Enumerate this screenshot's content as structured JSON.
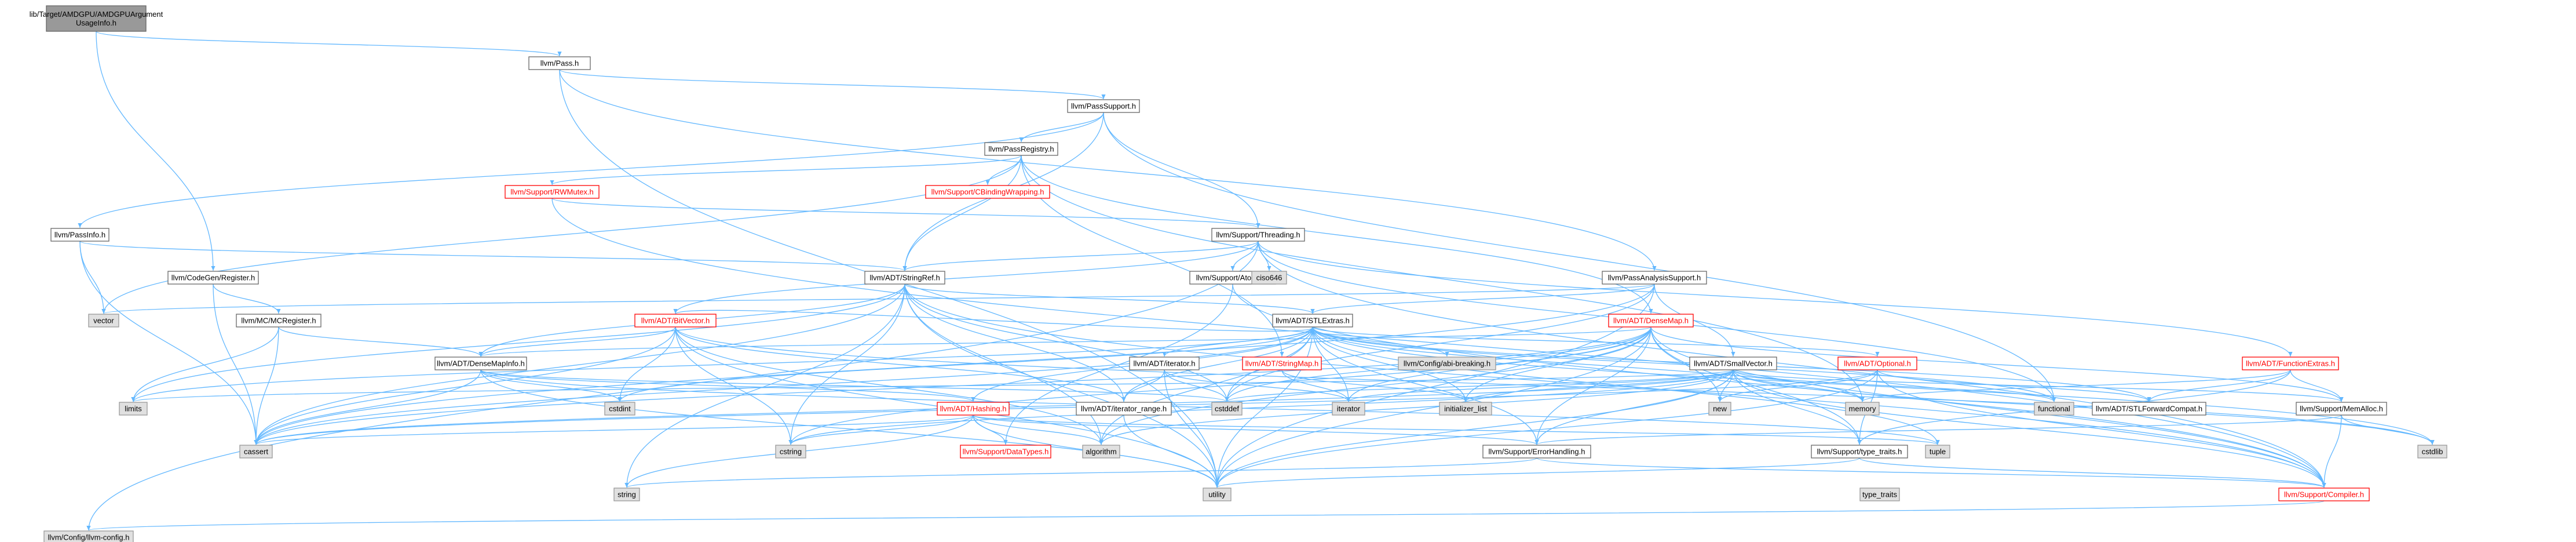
{
  "colors": {
    "edge": "#63b8ff",
    "root_fill": "#999999",
    "root_border": "#666666",
    "node_fill": "#ffffff",
    "node_border": "#666666",
    "system_fill": "#e0e0e0",
    "system_border": "#999999",
    "truncated_border": "#ff0000",
    "truncated_text": "#ff0000",
    "text": "#000000"
  },
  "nodes": [
    {
      "id": "root",
      "lines": [
        "lib/Target/AMDGPU/AMDGPUArgument",
        "UsageInfo.h"
      ],
      "kind": "root"
    },
    {
      "id": "pass",
      "lines": [
        "llvm/Pass.h"
      ],
      "kind": "normal"
    },
    {
      "id": "passsupport",
      "lines": [
        "llvm/PassSupport.h"
      ],
      "kind": "normal"
    },
    {
      "id": "passregistry",
      "lines": [
        "llvm/PassRegistry.h"
      ],
      "kind": "normal"
    },
    {
      "id": "rwmutex",
      "lines": [
        "llvm/Support/RWMutex.h"
      ],
      "kind": "truncated"
    },
    {
      "id": "cbinding",
      "lines": [
        "llvm/Support/CBindingWrapping.h"
      ],
      "kind": "truncated"
    },
    {
      "id": "threading",
      "lines": [
        "llvm/Support/Threading.h"
      ],
      "kind": "normal"
    },
    {
      "id": "passinfo",
      "lines": [
        "llvm/PassInfo.h"
      ],
      "kind": "normal"
    },
    {
      "id": "codegenreg",
      "lines": [
        "llvm/CodeGen/Register.h"
      ],
      "kind": "normal"
    },
    {
      "id": "mcregister",
      "lines": [
        "llvm/MC/MCRegister.h"
      ],
      "kind": "normal"
    },
    {
      "id": "stringref",
      "lines": [
        "llvm/ADT/StringRef.h"
      ],
      "kind": "normal"
    },
    {
      "id": "atomic",
      "lines": [
        "llvm/Support/Atomic.h"
      ],
      "kind": "normal"
    },
    {
      "id": "ciso646",
      "lines": [
        "ciso646"
      ],
      "kind": "system"
    },
    {
      "id": "passanalysis",
      "lines": [
        "llvm/PassAnalysisSupport.h"
      ],
      "kind": "normal"
    },
    {
      "id": "vector",
      "lines": [
        "vector"
      ],
      "kind": "system"
    },
    {
      "id": "bitvector",
      "lines": [
        "llvm/ADT/BitVector.h"
      ],
      "kind": "truncated"
    },
    {
      "id": "stlextras",
      "lines": [
        "llvm/ADT/STLExtras.h"
      ],
      "kind": "normal"
    },
    {
      "id": "densemap",
      "lines": [
        "llvm/ADT/DenseMap.h"
      ],
      "kind": "truncated"
    },
    {
      "id": "functionextras",
      "lines": [
        "llvm/ADT/FunctionExtras.h"
      ],
      "kind": "truncated"
    },
    {
      "id": "densemapinfo",
      "lines": [
        "llvm/ADT/DenseMapInfo.h"
      ],
      "kind": "normal"
    },
    {
      "id": "adtiterator",
      "lines": [
        "llvm/ADT/iterator.h"
      ],
      "kind": "normal"
    },
    {
      "id": "stringmap",
      "lines": [
        "llvm/ADT/StringMap.h"
      ],
      "kind": "truncated"
    },
    {
      "id": "abibreaking",
      "lines": [
        "llvm/Config/abi-breaking.h"
      ],
      "kind": "system"
    },
    {
      "id": "smallvector",
      "lines": [
        "llvm/ADT/SmallVector.h"
      ],
      "kind": "normal"
    },
    {
      "id": "optional",
      "lines": [
        "llvm/ADT/Optional.h"
      ],
      "kind": "truncated"
    },
    {
      "id": "hashing",
      "lines": [
        "llvm/ADT/Hashing.h"
      ],
      "kind": "truncated"
    },
    {
      "id": "iterrange",
      "lines": [
        "llvm/ADT/iterator_range.h"
      ],
      "kind": "normal"
    },
    {
      "id": "datatypes",
      "lines": [
        "llvm/Support/DataTypes.h"
      ],
      "kind": "truncated"
    },
    {
      "id": "errorhandling",
      "lines": [
        "llvm/Support/ErrorHandling.h"
      ],
      "kind": "normal"
    },
    {
      "id": "stlforward",
      "lines": [
        "llvm/ADT/STLForwardCompat.h"
      ],
      "kind": "normal"
    },
    {
      "id": "memalloc",
      "lines": [
        "llvm/Support/MemAlloc.h"
      ],
      "kind": "normal"
    },
    {
      "id": "typetraitsh",
      "lines": [
        "llvm/Support/type_traits.h"
      ],
      "kind": "normal"
    },
    {
      "id": "compiler",
      "lines": [
        "llvm/Support/Compiler.h"
      ],
      "kind": "truncated"
    },
    {
      "id": "llvmconfig",
      "lines": [
        "llvm/Config/llvm-config.h"
      ],
      "kind": "system"
    },
    {
      "id": "limits",
      "lines": [
        "limits"
      ],
      "kind": "system"
    },
    {
      "id": "cstdint",
      "lines": [
        "cstdint"
      ],
      "kind": "system"
    },
    {
      "id": "cassert",
      "lines": [
        "cassert"
      ],
      "kind": "system"
    },
    {
      "id": "cstddef",
      "lines": [
        "cstddef"
      ],
      "kind": "system"
    },
    {
      "id": "iterator",
      "lines": [
        "iterator"
      ],
      "kind": "system"
    },
    {
      "id": "initlist",
      "lines": [
        "initializer_list"
      ],
      "kind": "system"
    },
    {
      "id": "new",
      "lines": [
        "new"
      ],
      "kind": "system"
    },
    {
      "id": "memory",
      "lines": [
        "memory"
      ],
      "kind": "system"
    },
    {
      "id": "functional",
      "lines": [
        "functional"
      ],
      "kind": "system"
    },
    {
      "id": "cstring",
      "lines": [
        "cstring"
      ],
      "kind": "system"
    },
    {
      "id": "algorithm",
      "lines": [
        "algorithm"
      ],
      "kind": "system"
    },
    {
      "id": "tuple",
      "lines": [
        "tuple"
      ],
      "kind": "system"
    },
    {
      "id": "cstdlib",
      "lines": [
        "cstdlib"
      ],
      "kind": "system"
    },
    {
      "id": "string",
      "lines": [
        "string"
      ],
      "kind": "system"
    },
    {
      "id": "utility",
      "lines": [
        "utility"
      ],
      "kind": "system"
    },
    {
      "id": "typetraits",
      "lines": [
        "type_traits"
      ],
      "kind": "system"
    }
  ],
  "edges": [
    [
      "root",
      "pass"
    ],
    [
      "root",
      "codegenreg"
    ],
    [
      "pass",
      "passsupport"
    ],
    [
      "pass",
      "passanalysis"
    ],
    [
      "pass",
      "utility"
    ],
    [
      "passsupport",
      "passregistry"
    ],
    [
      "passsupport",
      "passinfo"
    ],
    [
      "passsupport",
      "stringref"
    ],
    [
      "passsupport",
      "threading"
    ],
    [
      "passsupport",
      "functional"
    ],
    [
      "passregistry",
      "rwmutex"
    ],
    [
      "passregistry",
      "cbinding"
    ],
    [
      "passregistry",
      "stringref"
    ],
    [
      "passregistry",
      "densemap"
    ],
    [
      "passregistry",
      "stringmap"
    ],
    [
      "passregistry",
      "memory"
    ],
    [
      "passregistry",
      "vector"
    ],
    [
      "rwmutex",
      "threading"
    ],
    [
      "rwmutex",
      "compiler"
    ],
    [
      "threading",
      "stringref"
    ],
    [
      "threading",
      "bitvector"
    ],
    [
      "threading",
      "atomic"
    ],
    [
      "threading",
      "ciso646"
    ],
    [
      "threading",
      "functional"
    ],
    [
      "threading",
      "compiler"
    ],
    [
      "threading",
      "llvmconfig"
    ],
    [
      "threading",
      "functionextras"
    ],
    [
      "threading",
      "type_traits_dummy"
    ],
    [
      "passinfo",
      "stringref"
    ],
    [
      "passinfo",
      "cassert"
    ],
    [
      "passinfo",
      "vector"
    ],
    [
      "codegenreg",
      "mcregister"
    ],
    [
      "codegenreg",
      "cassert"
    ],
    [
      "mcregister",
      "densemapinfo"
    ],
    [
      "mcregister",
      "cassert"
    ],
    [
      "mcregister",
      "limits"
    ],
    [
      "stringref",
      "stlextras"
    ],
    [
      "stringref",
      "iterrange"
    ],
    [
      "stringref",
      "compiler"
    ],
    [
      "stringref",
      "algorithm"
    ],
    [
      "stringref",
      "cassert"
    ],
    [
      "stringref",
      "cstddef"
    ],
    [
      "stringref",
      "cstring"
    ],
    [
      "stringref",
      "limits"
    ],
    [
      "stringref",
      "string"
    ],
    [
      "stringref",
      "type_traits"
    ],
    [
      "stringref",
      "utility"
    ],
    [
      "stringref",
      "densemapinfo"
    ],
    [
      "atomic",
      "compiler"
    ],
    [
      "atomic",
      "datatypes"
    ],
    [
      "passanalysis",
      "stlextras"
    ],
    [
      "passanalysis",
      "smallvector"
    ],
    [
      "passanalysis",
      "cassert"
    ],
    [
      "passanalysis",
      "vector"
    ],
    [
      "passanalysis",
      "utility"
    ],
    [
      "passanalysis",
      "cstddef"
    ],
    [
      "bitvector",
      "stlextras"
    ],
    [
      "bitvector",
      "iterrange"
    ],
    [
      "bitvector",
      "algorithm"
    ],
    [
      "bitvector",
      "cassert"
    ],
    [
      "bitvector",
      "climits_dummy"
    ],
    [
      "bitvector",
      "cstdint"
    ],
    [
      "bitvector",
      "cstdlib"
    ],
    [
      "bitvector",
      "cstring"
    ],
    [
      "bitvector",
      "utility"
    ],
    [
      "bitvector",
      "densemapinfo"
    ],
    [
      "stlextras",
      "hashing"
    ],
    [
      "stlextras",
      "stlforward"
    ],
    [
      "stlextras",
      "adtiterator"
    ],
    [
      "stlextras",
      "iterrange"
    ],
    [
      "stlextras",
      "abibreaking"
    ],
    [
      "stlextras",
      "errorhandling"
    ],
    [
      "stlextras",
      "algorithm"
    ],
    [
      "stlextras",
      "cassert"
    ],
    [
      "stlextras",
      "cstddef"
    ],
    [
      "stlextras",
      "cstdint"
    ],
    [
      "stlextras",
      "cstdlib"
    ],
    [
      "stlextras",
      "functional"
    ],
    [
      "stlextras",
      "initlist"
    ],
    [
      "stlextras",
      "iterator"
    ],
    [
      "stlextras",
      "limits"
    ],
    [
      "stlextras",
      "memory"
    ],
    [
      "stlextras",
      "optional"
    ],
    [
      "stlextras",
      "tuple"
    ],
    [
      "stlextras",
      "type_traits"
    ],
    [
      "stlextras",
      "utility"
    ],
    [
      "densemap",
      "densemapinfo"
    ],
    [
      "densemap",
      "compiler"
    ],
    [
      "densemap",
      "memalloc"
    ],
    [
      "densemap",
      "algorithm"
    ],
    [
      "densemap",
      "cassert"
    ],
    [
      "densemap",
      "cstddef"
    ],
    [
      "densemap",
      "cstring"
    ],
    [
      "densemap",
      "initlist"
    ],
    [
      "densemap",
      "iterator"
    ],
    [
      "densemap",
      "new"
    ],
    [
      "densemap",
      "type_traits"
    ],
    [
      "densemap",
      "utility"
    ],
    [
      "densemap",
      "typetraitsh"
    ],
    [
      "densemap",
      "errorhandling"
    ],
    [
      "functionextras",
      "stlforward"
    ],
    [
      "functionextras",
      "memalloc"
    ],
    [
      "functionextras",
      "typetraitsh"
    ],
    [
      "functionextras",
      "memory"
    ],
    [
      "functionextras",
      "type_traits"
    ],
    [
      "densemapinfo",
      "hashing"
    ],
    [
      "densemapinfo",
      "cassert"
    ],
    [
      "densemapinfo",
      "cstddef"
    ],
    [
      "densemapinfo",
      "cstdint"
    ],
    [
      "densemapinfo",
      "tuple"
    ],
    [
      "densemapinfo",
      "type_traits"
    ],
    [
      "densemapinfo",
      "utility"
    ],
    [
      "adtiterator",
      "iterrange"
    ],
    [
      "adtiterator",
      "cstddef"
    ],
    [
      "adtiterator",
      "iterator"
    ],
    [
      "adtiterator",
      "type_traits"
    ],
    [
      "adtiterator",
      "utility"
    ],
    [
      "stringmap",
      "iterator"
    ],
    [
      "stringmap",
      "initlist"
    ],
    [
      "smallvector",
      "compiler"
    ],
    [
      "smallvector",
      "typetraitsh"
    ],
    [
      "smallvector",
      "algorithm"
    ],
    [
      "smallvector",
      "cassert"
    ],
    [
      "smallvector",
      "cstddef"
    ],
    [
      "smallvector",
      "cstdlib"
    ],
    [
      "smallvector",
      "cstring"
    ],
    [
      "smallvector",
      "functional"
    ],
    [
      "smallvector",
      "initlist"
    ],
    [
      "smallvector",
      "iterator"
    ],
    [
      "smallvector",
      "limits"
    ],
    [
      "smallvector",
      "memory"
    ],
    [
      "smallvector",
      "new"
    ],
    [
      "smallvector",
      "type_traits"
    ],
    [
      "smallvector",
      "utility"
    ],
    [
      "smallvector",
      "errorhandling"
    ],
    [
      "smallvector",
      "memalloc"
    ],
    [
      "optional",
      "stlforward"
    ],
    [
      "optional",
      "compiler"
    ],
    [
      "optional",
      "typetraitsh"
    ],
    [
      "optional",
      "cassert"
    ],
    [
      "optional",
      "new"
    ],
    [
      "optional",
      "utility"
    ],
    [
      "hashing",
      "errorhandling"
    ],
    [
      "hashing",
      "datatypes"
    ],
    [
      "hashing",
      "algorithm"
    ],
    [
      "hashing",
      "cassert"
    ],
    [
      "hashing",
      "cstring"
    ],
    [
      "hashing",
      "string"
    ],
    [
      "hashing",
      "tuple"
    ],
    [
      "hashing",
      "utility"
    ],
    [
      "iterrange",
      "utility"
    ],
    [
      "errorhandling",
      "compiler"
    ],
    [
      "errorhandling",
      "string"
    ],
    [
      "stlforward",
      "type_traits"
    ],
    [
      "memalloc",
      "compiler"
    ],
    [
      "memalloc",
      "errorhandling"
    ],
    [
      "memalloc",
      "cstdlib"
    ],
    [
      "typetraitsh",
      "compiler"
    ],
    [
      "typetraitsh",
      "type_traits"
    ],
    [
      "typetraitsh",
      "utility"
    ],
    [
      "compiler",
      "llvmconfig"
    ]
  ]
}
